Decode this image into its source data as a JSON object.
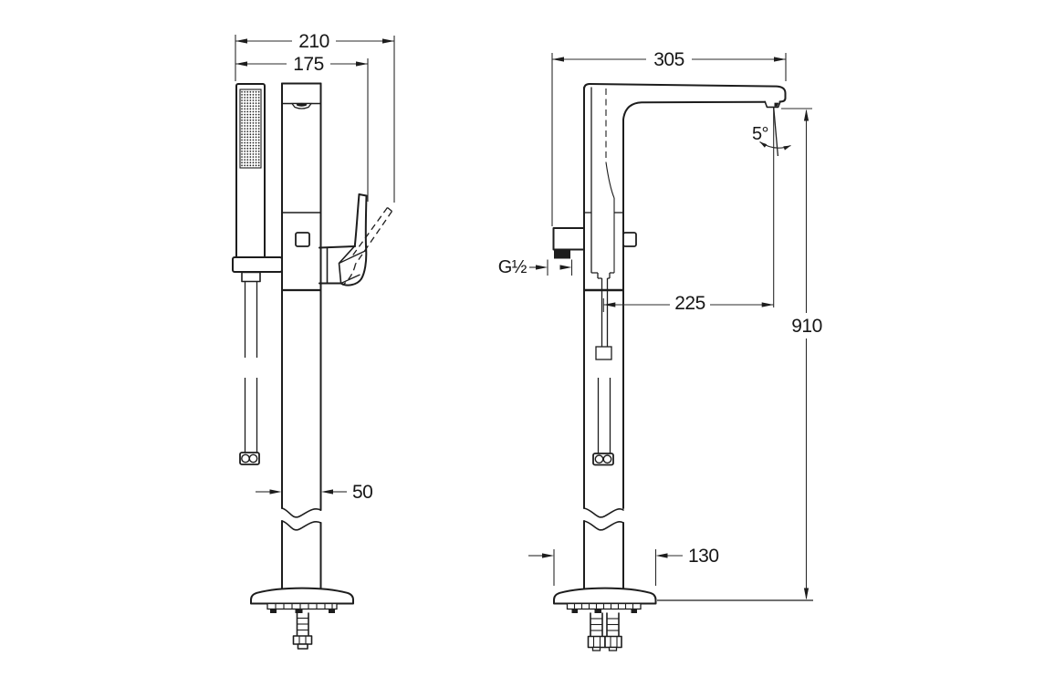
{
  "drawing": {
    "background": "#ffffff",
    "line_color": "#1d1d1d",
    "views": {
      "left": {
        "dims": {
          "overall_width": "210",
          "upper_width": "175",
          "column_width": "50"
        }
      },
      "right": {
        "dims": {
          "depth": "305",
          "spout_reach": "225",
          "height": "910",
          "base_width": "130",
          "spout_angle": "5°",
          "hose_thread": "G½"
        }
      }
    }
  }
}
